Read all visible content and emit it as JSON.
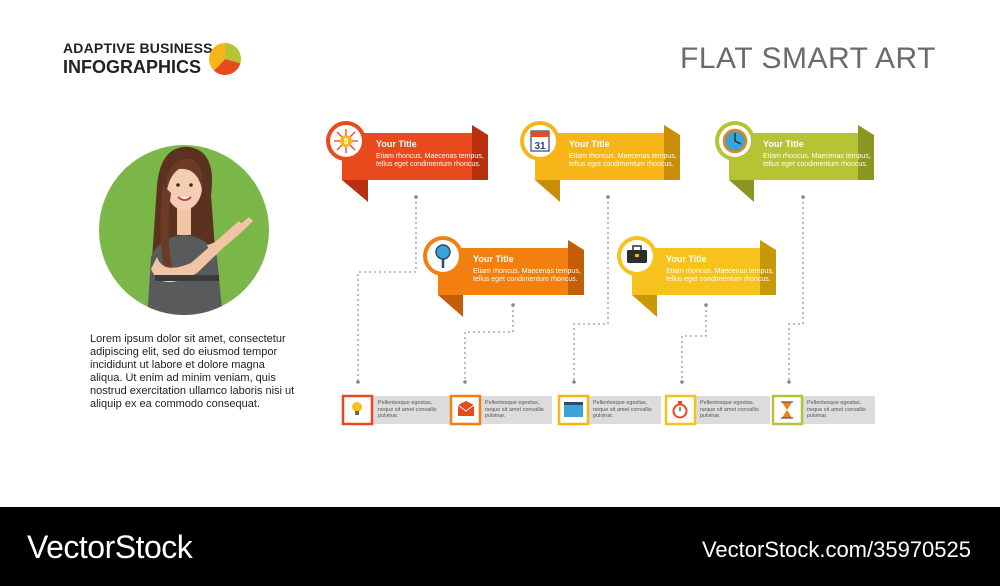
{
  "header": {
    "brand_line1": "ADAPTIVE BUSINESS",
    "brand_line2": "INFOGRAPHICS",
    "title": "FLAT SMART ART"
  },
  "intro_text": "Lorem ipsum dolor sit amet, consectetur adipiscing elit, sed do eiusmod tempor incididunt ut labore et dolore magna aliqua. Ut enim ad minim veniam, quis nostrud exercitation ullamco laboris nisi ut aliquip ex ea commodo consequat.",
  "ribbons": [
    {
      "title": "Your Title",
      "text": "Etiam rhoncus. Maecenas tempus, tellus eget condimentum rhoncus.",
      "color": "#e8491d",
      "icon": "dollar-network-icon"
    },
    {
      "title": "Your Title",
      "text": "Etiam rhoncus. Maecenas tempus, tellus eget condimentum rhoncus.",
      "color": "#f37f0f",
      "icon": "magnifier-icon"
    },
    {
      "title": "Your Title",
      "text": "Etiam rhoncus. Maecenas tempus, tellus eget condimentum rhoncus.",
      "color": "#f7b518",
      "icon": "calendar-icon",
      "icon_text": "31"
    },
    {
      "title": "Your Title",
      "text": "Etiam rhoncus. Maecenas tempus, tellus eget condimentum rhoncus.",
      "color": "#f7c21d",
      "icon": "briefcase-icon"
    },
    {
      "title": "Your Title",
      "text": "Etiam rhoncus. Maecenas tempus, tellus eget condimentum rhoncus.",
      "color": "#b5c334",
      "icon": "clock-icon"
    }
  ],
  "boxes": [
    {
      "text": "Pellentesque egestas, neque sit amet convallis pulvinar.",
      "color": "#e8491d",
      "icon": "lightbulb-icon"
    },
    {
      "text": "Pellentesque egestas, neque sit amet convallis pulvinar.",
      "color": "#f37f0f",
      "icon": "envelope-icon"
    },
    {
      "text": "Pellentesque egestas, neque sit amet convallis pulvinar.",
      "color": "#f7b518",
      "icon": "calendar-page-icon"
    },
    {
      "text": "Pellentesque egestas, neque sit amet convallis pulvinar.",
      "color": "#f7c21d",
      "icon": "stopwatch-icon"
    },
    {
      "text": "Pellentesque egestas, neque sit amet convallis pulvinar.",
      "color": "#b5c334",
      "icon": "hourglass-icon"
    }
  ],
  "footer": {
    "logo": "VectorStock",
    "url": "VectorStock.com/35970525"
  },
  "colors": {
    "avatar_bg": "#7ab648",
    "connector": "#999999",
    "box_bg": "#dcdcdc"
  }
}
